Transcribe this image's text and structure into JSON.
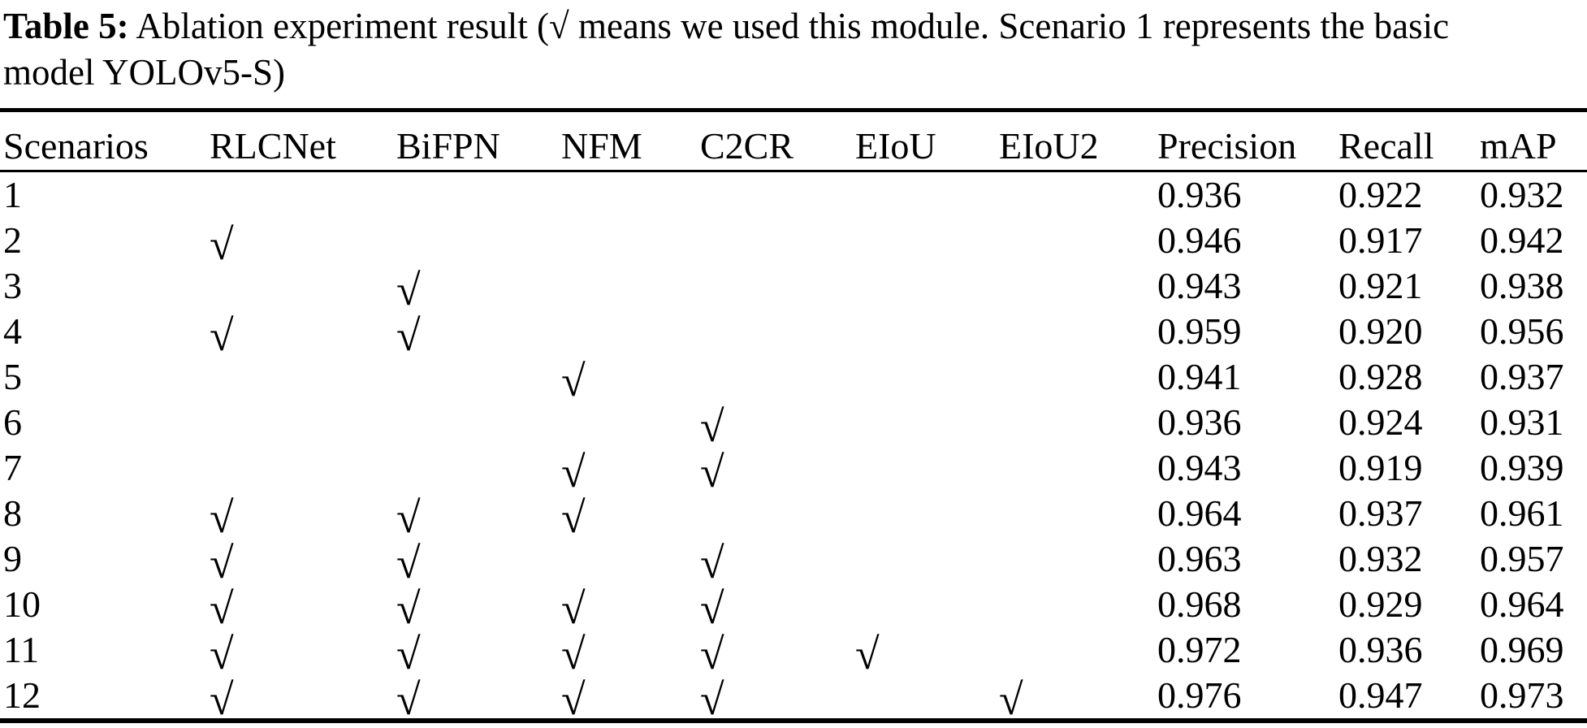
{
  "caption": {
    "label": "Table 5:",
    "line1": " Ablation experiment result (√ means we used this module. Scenario 1 represents the basic",
    "line2": "model YOLOv5-S)"
  },
  "table": {
    "columns": [
      "Scenarios",
      "RLCNet",
      "BiFPN",
      "NFM",
      "C2CR",
      "EIoU",
      "EIoU2",
      "Precision",
      "Recall",
      "mAP"
    ],
    "check_glyph": "√",
    "rows": [
      {
        "scenario": "1",
        "modules": [
          false,
          false,
          false,
          false,
          false,
          false
        ],
        "precision": "0.936",
        "recall": "0.922",
        "map": "0.932"
      },
      {
        "scenario": "2",
        "modules": [
          true,
          false,
          false,
          false,
          false,
          false
        ],
        "precision": "0.946",
        "recall": "0.917",
        "map": "0.942"
      },
      {
        "scenario": "3",
        "modules": [
          false,
          true,
          false,
          false,
          false,
          false
        ],
        "precision": "0.943",
        "recall": "0.921",
        "map": "0.938"
      },
      {
        "scenario": "4",
        "modules": [
          true,
          true,
          false,
          false,
          false,
          false
        ],
        "precision": "0.959",
        "recall": "0.920",
        "map": "0.956"
      },
      {
        "scenario": "5",
        "modules": [
          false,
          false,
          true,
          false,
          false,
          false
        ],
        "precision": "0.941",
        "recall": "0.928",
        "map": "0.937"
      },
      {
        "scenario": "6",
        "modules": [
          false,
          false,
          false,
          true,
          false,
          false
        ],
        "precision": "0.936",
        "recall": "0.924",
        "map": "0.931"
      },
      {
        "scenario": "7",
        "modules": [
          false,
          false,
          true,
          true,
          false,
          false
        ],
        "precision": "0.943",
        "recall": "0.919",
        "map": "0.939"
      },
      {
        "scenario": "8",
        "modules": [
          true,
          true,
          true,
          false,
          false,
          false
        ],
        "precision": "0.964",
        "recall": "0.937",
        "map": "0.961"
      },
      {
        "scenario": "9",
        "modules": [
          true,
          true,
          false,
          true,
          false,
          false
        ],
        "precision": "0.963",
        "recall": "0.932",
        "map": "0.957"
      },
      {
        "scenario": "10",
        "modules": [
          true,
          true,
          true,
          true,
          false,
          false
        ],
        "precision": "0.968",
        "recall": "0.929",
        "map": "0.964"
      },
      {
        "scenario": "11",
        "modules": [
          true,
          true,
          true,
          true,
          true,
          false
        ],
        "precision": "0.972",
        "recall": "0.936",
        "map": "0.969"
      },
      {
        "scenario": "12",
        "modules": [
          true,
          true,
          true,
          true,
          false,
          true
        ],
        "precision": "0.976",
        "recall": "0.947",
        "map": "0.973"
      }
    ]
  },
  "colors": {
    "background": "#ffffff",
    "text": "#000000",
    "rule": "#000000"
  }
}
